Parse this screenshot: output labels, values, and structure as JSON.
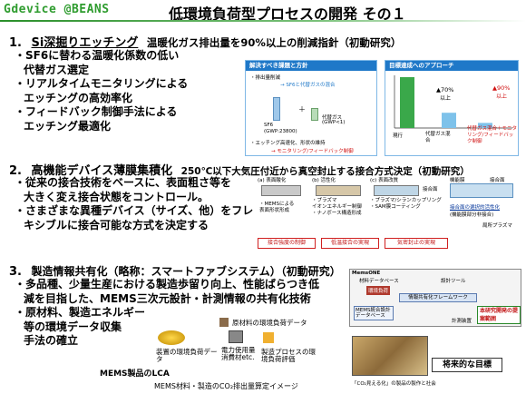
{
  "header": {
    "brand": "Gdevice @BEANS",
    "title": "低環境負荷型プロセスの開発 その１"
  },
  "section1": {
    "num": "1.",
    "topic": "Si深掘りエッチング",
    "headline": "温暖化ガス排出量を90%以上の削減指針（初動研究）",
    "bullets": [
      "・SF6に替わる温暖化係数の低い",
      "代替ガス選定",
      "・リアルタイムモニタリングによる",
      "エッチングの高効率化",
      "・フィードバック制御手法による",
      "エッチング最適化"
    ],
    "panel_left": {
      "title": "解決すべき課題と方針",
      "line1": "・排出量削減",
      "arrow_text": "SF6と代替ガスの混合",
      "bar1_label": "SF6",
      "bar1_sub": "(GWP:23800)",
      "bar2_label": "代替ガス",
      "bar2_sub": "(GWP<1)",
      "line2": "・エッチング高速化、形状の維持",
      "line3": "モニタリング/フィードバック制御"
    },
    "panel_right": {
      "title": "目標達成へのアプローチ",
      "val1": "▲70%",
      "val1_sub": "以上",
      "val2": "▲90%",
      "val2_sub": "以上",
      "cat1": "現行",
      "cat2": "代替ガス混合",
      "cat3": "代替ガス混合＋モニタリング/フィードバック制御",
      "bars": [
        1.0,
        0.3,
        0.1
      ]
    }
  },
  "section2": {
    "num": "2.",
    "topic": "高機能デバイス薄膜集積化",
    "headline": "250℃以下大気圧付近から真空封止する接合方式決定（初動研究）",
    "bullets": [
      "・従来の接合技術をベースに、表面粗さ等を",
      "大きく変え接合状態をコントロール。",
      "・さまざまな異種デバイス（サイズ、他）をフレ",
      "キシブルに接合可能な方式を決定する"
    ],
    "diagram": {
      "a": "(a) 表面酸化",
      "a_items": [
        "・MEMSによる",
        "表面形状形成"
      ],
      "b": "(b) 活性化",
      "b_items": [
        "・プラズマ",
        "イオンエネルギー制御",
        "・ナノボース構造形成"
      ],
      "c": "(c) 表面改質",
      "c_items": [
        "・プラズマ/シランカップリング",
        "・SAM膜コーティング"
      ],
      "c_label": "接合面",
      "right_labels": [
        "機能膜",
        "接合面"
      ],
      "right_note1": "接合面の選択的活性化",
      "right_note2": "(機能膜部分非接合)",
      "right_note3": "局所プラズマ",
      "boxes": [
        "接合強度の制御",
        "低温接合の実現",
        "気密封止の実現"
      ]
    }
  },
  "section3": {
    "num": "3.",
    "topic": "製造情報共有化（略称：スマートファブシステム）（初動研究）",
    "bullets": [
      "・多品種、少量生産における製造歩留り向上、性能ばらつき低",
      "減を目指した、MEMS三次元設計・計測情報の共有化技術",
      "・原材料、製造エネルギー",
      "等の環境データ収集",
      "手法の確立"
    ],
    "lca": {
      "top": "原材料の環境負荷データ",
      "wafer": "装置の環境負荷データ",
      "power": "電力使用量",
      "power_sub": "消費材etc.",
      "process": "製造プロセスの環境負荷評価",
      "caption": "MEMS製品のLCA",
      "footer": "MEMS材料・製造のCO₂排出量算定イメージ"
    },
    "fab": {
      "header": "MemsONE",
      "db_left": "材料データベース",
      "db_right": "設計ツール",
      "badge": "環境負荷",
      "framework": "情報共有化フレームワーク",
      "db": "MEMS統合設計データベース",
      "measure": "計測装置",
      "proposal": "本研究開発の提案範囲"
    },
    "future": {
      "label": "将来的な目標",
      "caption": "「CO₂見える化」の製品の製作と社会"
    }
  }
}
